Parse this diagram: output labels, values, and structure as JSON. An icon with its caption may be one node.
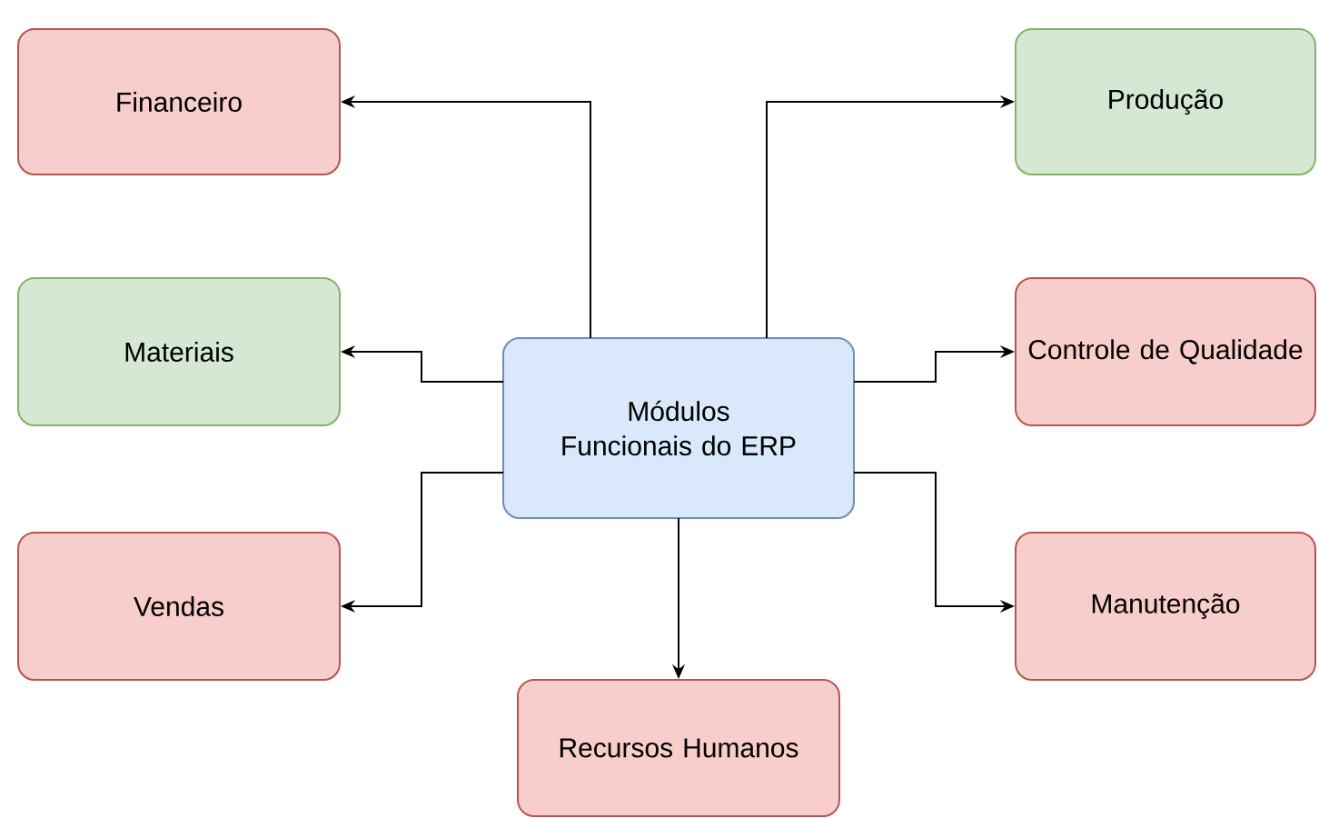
{
  "diagram": {
    "nodes": [
      {
        "text": [
          "Financeiro"
        ]
      },
      {
        "text": [
          "Produção"
        ]
      },
      {
        "text": [
          "Materiais"
        ]
      },
      {
        "text": [
          "Controle de Qualidade"
        ]
      },
      {
        "text": [
          "Módulos Funcionais do ERP"
        ]
      },
      {
        "text": [
          "Vendas"
        ]
      },
      {
        "text": [
          "Manutenção"
        ]
      },
      {
        "text": [
          "Recursos Humanos"
        ]
      }
    ],
    "edges": [
      {
        "from": 4,
        "to": 0,
        "arrow": "to"
      },
      {
        "from": 4,
        "to": 1,
        "arrow": "to"
      },
      {
        "from": 4,
        "to": 2,
        "arrow": "to"
      },
      {
        "from": 4,
        "to": 3,
        "arrow": "to"
      },
      {
        "from": 4,
        "to": 5,
        "arrow": "to"
      },
      {
        "from": 4,
        "to": 6,
        "arrow": "to"
      },
      {
        "from": 4,
        "to": 7,
        "arrow": "to"
      }
    ]
  }
}
